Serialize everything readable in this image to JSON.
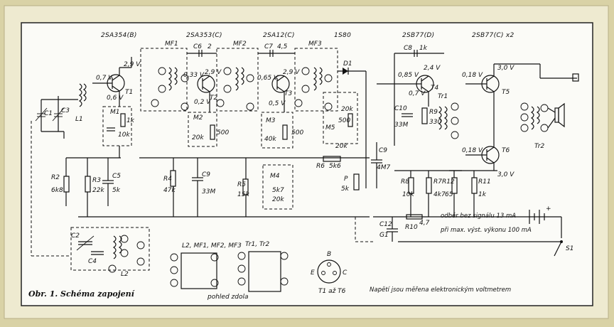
{
  "headers": {
    "t1": "2SA354(B)",
    "t2": "2SA353(C)",
    "t3": "2SA12(C)",
    "diode": "1S80",
    "t4": "2SB77(D)",
    "t5t6": "2SB77(C) x2"
  },
  "stages": {
    "mf1": "MF1",
    "mf2": "MF2",
    "mf3": "MF3"
  },
  "components": {
    "c1": "C1",
    "c3": "C3",
    "l1": "L1",
    "t1": "T1",
    "m1": "M1",
    "r1": "1k",
    "r1b": "10k",
    "c6": "C6",
    "c6v": "2",
    "t2": "T2",
    "m2": "M2",
    "r_m2": "20k",
    "r_500a": "500",
    "c7": "C7",
    "c7v": "4,5",
    "t3": "T3",
    "m3": "M3",
    "r_m3": "40k",
    "r_500b": "500",
    "d1": "D1",
    "r_20ka": "20k",
    "r_500c": "500",
    "m5": "M5",
    "r_20kb": "20k",
    "c8": "C8",
    "c8v": "1k",
    "t4": "T4",
    "c10": "C10",
    "c10v": "33M",
    "r9": "R9",
    "r9v": "330",
    "tr1": "Tr1",
    "t5": "T5",
    "t6": "T6",
    "tr2": "Tr2",
    "r2": "R2",
    "r2v": "6k8",
    "r3": "R3",
    "r3v": "22k",
    "c5": "C5",
    "c5v": "5k",
    "r4": "R4",
    "r4v": "47k",
    "c9": "C9",
    "c9v": "33M",
    "r5": "R5",
    "r5v": "15k",
    "m4": "M4",
    "m4v": "5k7",
    "m4w": "20k",
    "r6": "R6",
    "r6v": "5k6",
    "c9b": "C9",
    "c9bv": "4M7",
    "p": "P",
    "pv": "5k",
    "r8": "R8",
    "r8v": "10k",
    "r7": "R7",
    "r7v": "4k7",
    "r12": "R12",
    "r12v": "65",
    "r11": "R11",
    "r11v": "1k",
    "c12": "C12",
    "g1": "G1",
    "r10": "R10",
    "r10v": "4,7",
    "c2": "C2",
    "c4": "C4",
    "l2": "L2",
    "s1": "S1"
  },
  "voltages": {
    "v_t1c": "2,9 V",
    "v_t1b": "0,7 V",
    "v_t1e": "0,6 V",
    "v_t2b": "0,33 V",
    "v_t2c": "2,9 V",
    "v_t2e": "0,2 V",
    "v_t3b": "0,65 V",
    "v_t3c": "2,9 V",
    "v_t3e": "0,5 V",
    "v_t4c": "2,4 V",
    "v_t4b": "0,85 V",
    "v_t4e": "0,7 V",
    "v_t5b": "0,18 V",
    "v_t5c": "3,0 V",
    "v_t6b": "0,18 V",
    "v_t6c": "3,0 V"
  },
  "supply": {
    "line1": "odběr bez signálu 13 mA",
    "line2": "při max. výst. výkonu 100 mA"
  },
  "pinouts": {
    "if_title": "L2, MF1, MF2, MF3",
    "tr_title": "Tr1, Tr2",
    "view_note": "pohled zdola",
    "trans_title": "T1 až T6",
    "pin_b": "B",
    "pin_e": "E",
    "pin_c": "C"
  },
  "caption": "Obr. 1. Schéma zapojení",
  "measure_note": "Napětí jsou měřena elektronickým voltmetrem"
}
